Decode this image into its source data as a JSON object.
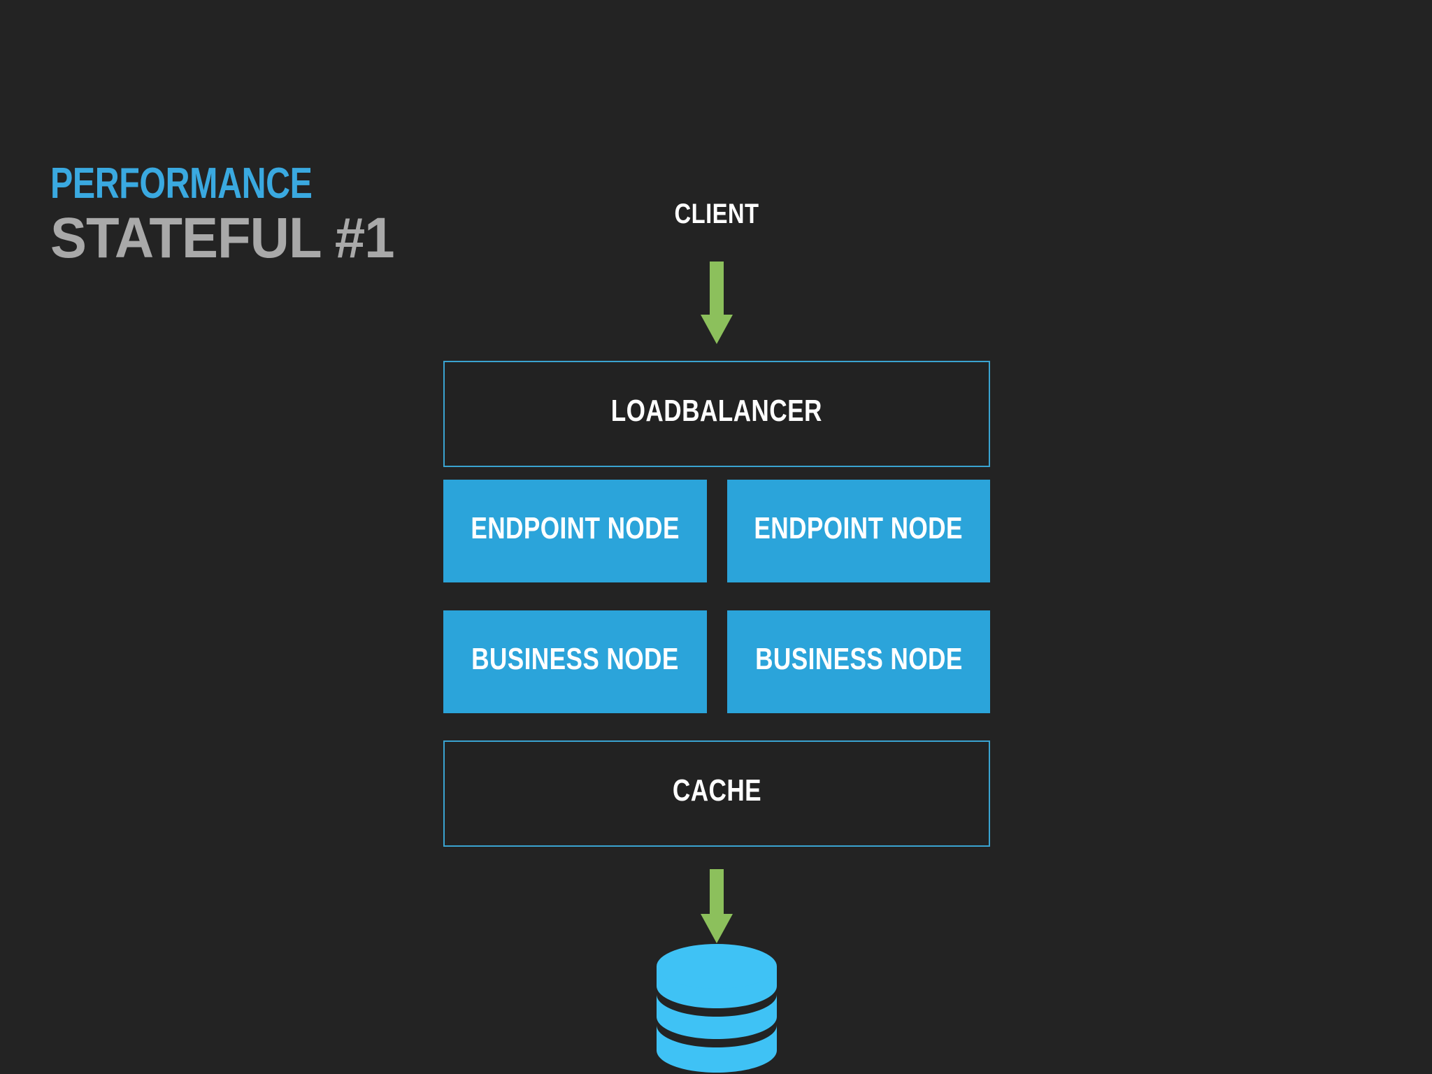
{
  "slide": {
    "background_color": "#232323",
    "title": {
      "line1": "PERFORMANCE",
      "line1_color": "#3aa9e0",
      "line2": "STATEFUL #1",
      "line2_color": "#a9a9a9"
    }
  },
  "diagram": {
    "type": "architecture-flow",
    "accent_blue": "#2ba4da",
    "outline_blue": "#3aa3d0",
    "arrow_green": "#8cc05c",
    "database_blue": "#3fc2f5",
    "client_label": "CLIENT",
    "arrows": [
      {
        "name": "client-to-loadbalancer",
        "direction": "down",
        "color": "#8cc05c"
      },
      {
        "name": "cache-to-database",
        "direction": "down",
        "color": "#8cc05c"
      }
    ],
    "tiers": [
      {
        "name": "loadbalancer",
        "style": "outline",
        "boxes": [
          {
            "label": "LOADBALANCER"
          }
        ]
      },
      {
        "name": "endpoint-nodes",
        "style": "filled",
        "boxes": [
          {
            "label": "ENDPOINT NODE"
          },
          {
            "label": "ENDPOINT NODE"
          }
        ]
      },
      {
        "name": "business-nodes",
        "style": "filled",
        "boxes": [
          {
            "label": "BUSINESS NODE"
          },
          {
            "label": "BUSINESS NODE"
          }
        ]
      },
      {
        "name": "cache",
        "style": "outline",
        "boxes": [
          {
            "label": "CACHE"
          }
        ]
      }
    ],
    "database": {
      "icon": "database-cylinder-icon",
      "label": ""
    }
  }
}
